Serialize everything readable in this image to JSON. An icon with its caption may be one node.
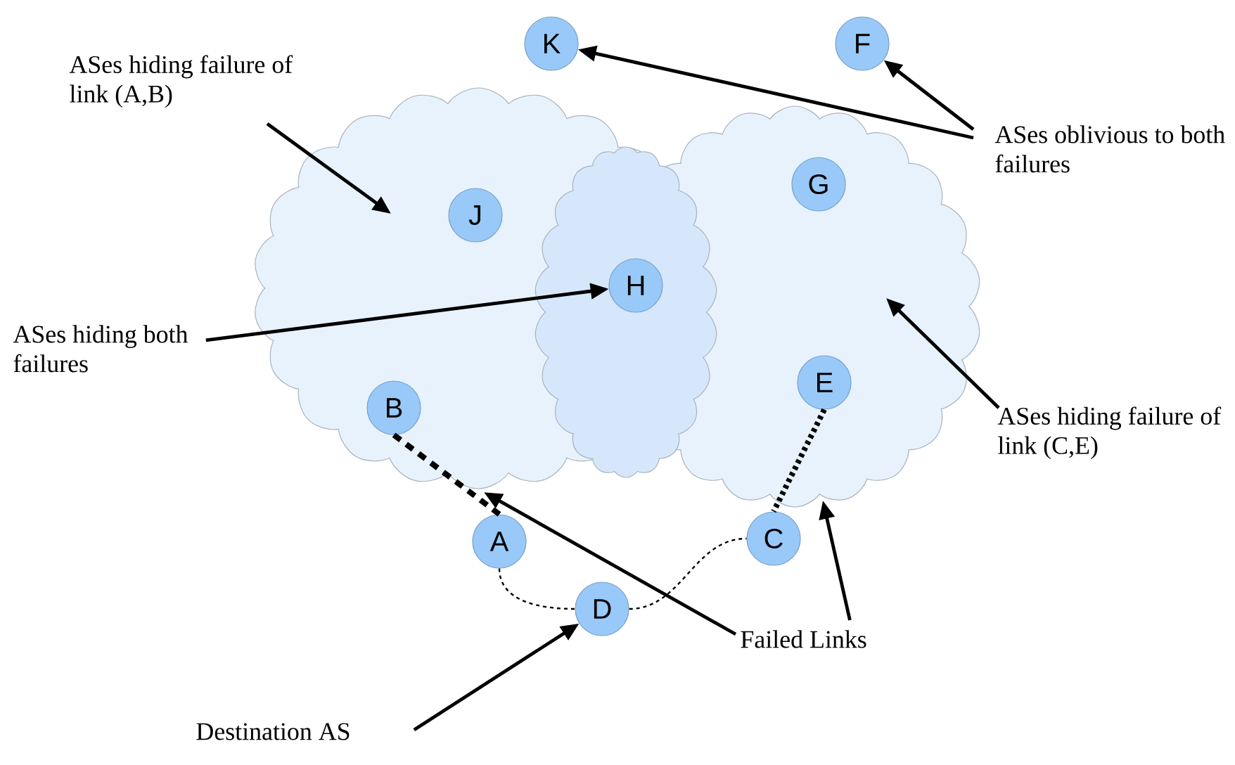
{
  "diagram": {
    "nodes": [
      {
        "text": [],
        "shape": "cloud"
      },
      {
        "text": [],
        "shape": "cloud"
      },
      {
        "text": [],
        "shape": "cloud"
      },
      {
        "text": [
          "K"
        ]
      },
      {
        "text": [
          "F"
        ]
      },
      {
        "text": [
          "J"
        ],
        "in": 0
      },
      {
        "text": [
          "H"
        ]
      },
      {
        "text": [
          "G"
        ],
        "in": 1
      },
      {
        "text": [
          "B"
        ],
        "in": 0
      },
      {
        "text": [
          "E"
        ],
        "in": 1
      },
      {
        "text": [
          "A"
        ]
      },
      {
        "text": [
          "C"
        ]
      },
      {
        "text": [
          "D"
        ]
      },
      {
        "text": [
          "ASes hiding failure of link (A,B)"
        ]
      },
      {
        "text": [
          "ASes oblivious to both failures"
        ]
      },
      {
        "text": [
          "ASes hiding both failures"
        ]
      },
      {
        "text": [
          "ASes hiding failure of link (C,E)"
        ]
      },
      {
        "text": [
          "Failed Links"
        ]
      },
      {
        "text": [
          "Destination AS"
        ]
      }
    ],
    "edges": [
      {
        "from": 8,
        "to": 10,
        "arrow": "none",
        "style": "dashed"
      },
      {
        "from": 9,
        "to": 11,
        "arrow": "none",
        "style": "dashed"
      },
      {
        "from": 10,
        "to": 12,
        "arrow": "none",
        "style": "dashed"
      },
      {
        "from": 12,
        "to": 11,
        "arrow": "none",
        "style": "dashed"
      },
      {
        "from": 13,
        "to": 0,
        "arrow": "to"
      },
      {
        "from": 14,
        "to": 3,
        "arrow": "to"
      },
      {
        "from": 14,
        "to": 4,
        "arrow": "to"
      },
      {
        "from": 15,
        "to": 6,
        "arrow": "to"
      },
      {
        "from": 16,
        "to": 1,
        "arrow": "to"
      },
      {
        "from": 17,
        "to": 0,
        "arrow": "to"
      },
      {
        "from": 17,
        "to": 1,
        "arrow": "to"
      },
      {
        "from": 18,
        "to": 12,
        "arrow": "to"
      }
    ]
  }
}
